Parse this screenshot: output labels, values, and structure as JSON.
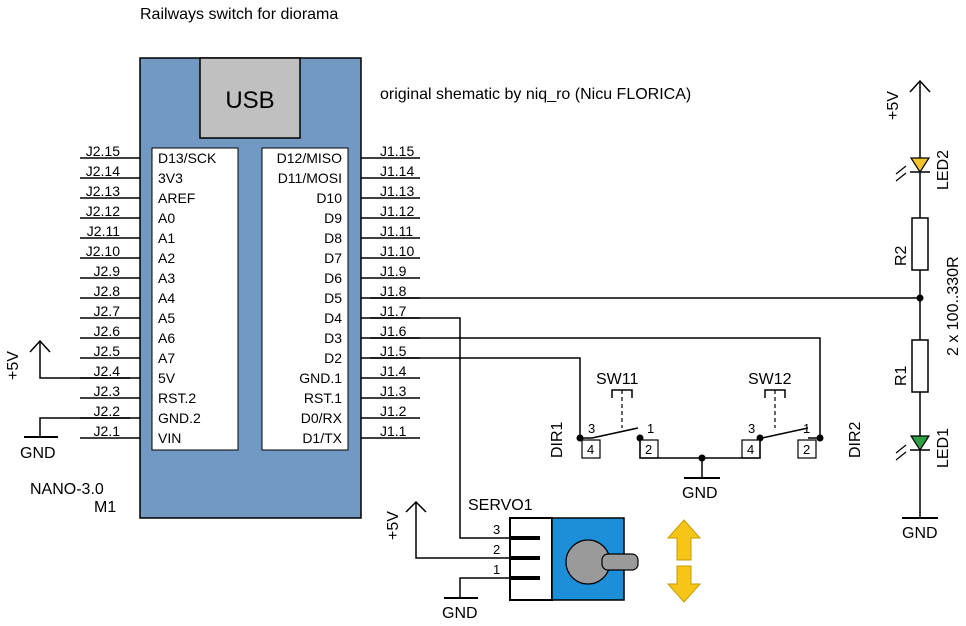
{
  "title": "Railways switch for diorama",
  "credit": "original shematic by niq_ro (Nicu FLORICA)",
  "colors": {
    "board": "#7199c3",
    "usb": "#c0c0c0",
    "led_yellow": "#f2c52a",
    "led_green": "#2ea043",
    "servo_body": "#1c8fd8",
    "servo_gear": "#9a9a9a",
    "arrow": "#f5c518"
  },
  "board": {
    "usb_label": "USB",
    "name": "NANO-3.0",
    "ref": "M1",
    "left_pins": [
      "D13/SCK",
      "3V3",
      "AREF",
      "A0",
      "A1",
      "A2",
      "A3",
      "A4",
      "A5",
      "A6",
      "A7",
      "5V",
      "RST.2",
      "GND.2",
      "VIN"
    ],
    "right_pins": [
      "D12/MISO",
      "D11/MOSI",
      "D10",
      "D9",
      "D8",
      "D7",
      "D6",
      "D5",
      "D4",
      "D3",
      "D2",
      "GND.1",
      "RST.1",
      "D0/RX",
      "D1/TX"
    ],
    "j2_labels": [
      "J2.15",
      "J2.14",
      "J2.13",
      "J2.12",
      "J2.11",
      "J2.10",
      "J2.9",
      "J2.8",
      "J2.7",
      "J2.6",
      "J2.5",
      "J2.4",
      "J2.3",
      "J2.2",
      "J2.1"
    ],
    "j1_labels": [
      "J1.15",
      "J1.14",
      "J1.13",
      "J1.12",
      "J1.11",
      "J1.10",
      "J1.9",
      "J1.8",
      "J1.7",
      "J1.6",
      "J1.5",
      "J1.4",
      "J1.3",
      "J1.2",
      "J1.1"
    ]
  },
  "power": {
    "vcc": "+5V",
    "gnd": "GND"
  },
  "leds": {
    "led2": "LED2",
    "led1": "LED1",
    "r2": "R2",
    "r1": "R1",
    "resistor_value": "2 x 100..330R"
  },
  "switches": {
    "sw11": "SW11",
    "sw12": "SW12",
    "dir1": "DIR1",
    "dir2": "DIR2",
    "pin3": "3",
    "pin1": "1",
    "pin4": "4",
    "pin2": "2"
  },
  "servo": {
    "name": "SERVO1",
    "pins": [
      "3",
      "2",
      "1"
    ]
  }
}
